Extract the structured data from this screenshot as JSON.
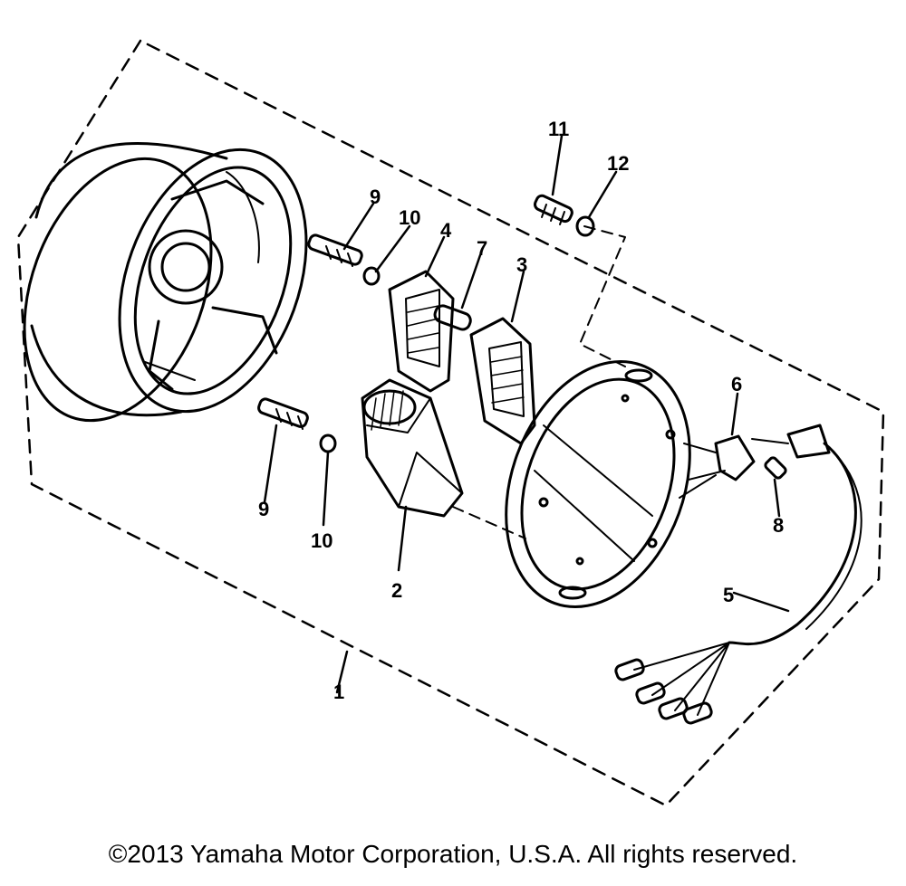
{
  "diagram": {
    "callouts": [
      {
        "id": "1",
        "label": "1"
      },
      {
        "id": "2",
        "label": "2"
      },
      {
        "id": "3",
        "label": "3"
      },
      {
        "id": "4",
        "label": "4"
      },
      {
        "id": "5",
        "label": "5"
      },
      {
        "id": "6",
        "label": "6"
      },
      {
        "id": "7",
        "label": "7"
      },
      {
        "id": "8",
        "label": "8"
      },
      {
        "id": "9a",
        "label": "9"
      },
      {
        "id": "9b",
        "label": "9"
      },
      {
        "id": "10a",
        "label": "10"
      },
      {
        "id": "10b",
        "label": "10"
      },
      {
        "id": "11",
        "label": "11"
      },
      {
        "id": "12",
        "label": "12"
      }
    ]
  },
  "footer": {
    "copyright": "©2013 Yamaha Motor Corporation, U.S.A. All rights reserved."
  }
}
